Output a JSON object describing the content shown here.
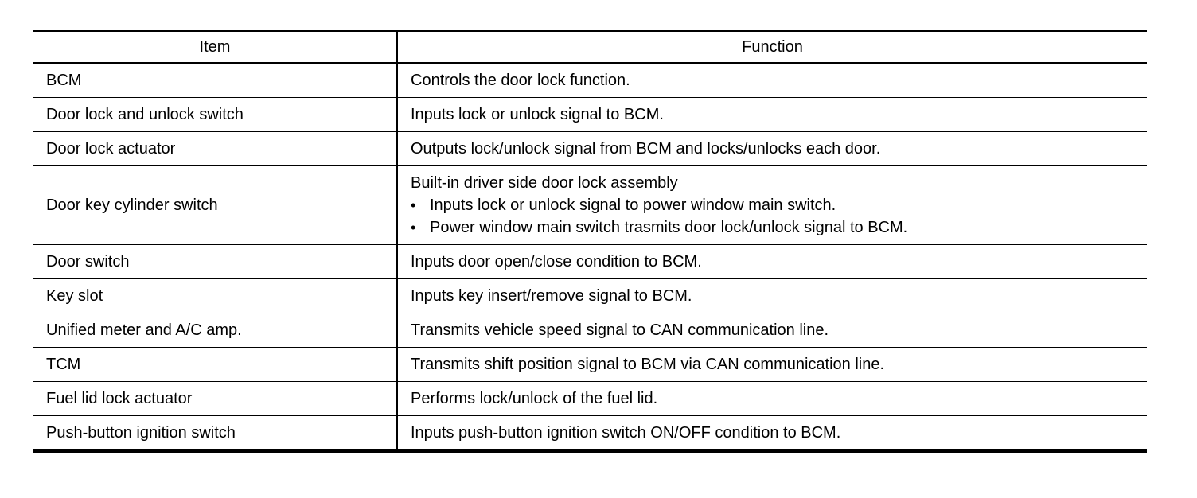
{
  "page": {
    "background_color": "#ffffff",
    "text_color": "#000000",
    "rule_color": "#000000"
  },
  "table": {
    "bullet_char": "•",
    "header": {
      "item_label": "Item",
      "function_label": "Function"
    },
    "rows": [
      {
        "item": "BCM",
        "lines": [
          {
            "bullet": false,
            "text": "Controls the door lock function."
          }
        ]
      },
      {
        "item": "Door lock and unlock switch",
        "lines": [
          {
            "bullet": false,
            "text": "Inputs lock or unlock signal to BCM."
          }
        ]
      },
      {
        "item": "Door lock actuator",
        "lines": [
          {
            "bullet": false,
            "text": "Outputs lock/unlock signal from BCM and locks/unlocks each door."
          }
        ]
      },
      {
        "item": "Door key cylinder switch",
        "lines": [
          {
            "bullet": false,
            "text": "Built-in driver side door lock assembly"
          },
          {
            "bullet": true,
            "text": "Inputs lock or unlock signal to power window main switch."
          },
          {
            "bullet": true,
            "text": "Power window main switch trasmits door lock/unlock signal to BCM."
          }
        ]
      },
      {
        "item": "Door switch",
        "lines": [
          {
            "bullet": false,
            "text": "Inputs door open/close condition to BCM."
          }
        ]
      },
      {
        "item": "Key slot",
        "lines": [
          {
            "bullet": false,
            "text": "Inputs key insert/remove signal to BCM."
          }
        ]
      },
      {
        "item": "Unified meter and A/C amp.",
        "lines": [
          {
            "bullet": false,
            "text": "Transmits vehicle speed signal to CAN communication line."
          }
        ]
      },
      {
        "item": "TCM",
        "lines": [
          {
            "bullet": false,
            "text": "Transmits shift position signal to BCM via CAN communication line."
          }
        ]
      },
      {
        "item": "Fuel lid lock actuator",
        "lines": [
          {
            "bullet": false,
            "text": "Performs lock/unlock of the fuel lid."
          }
        ]
      },
      {
        "item": "Push-button ignition switch",
        "lines": [
          {
            "bullet": false,
            "text": "Inputs push-button ignition switch ON/OFF condition to BCM."
          }
        ]
      }
    ]
  }
}
